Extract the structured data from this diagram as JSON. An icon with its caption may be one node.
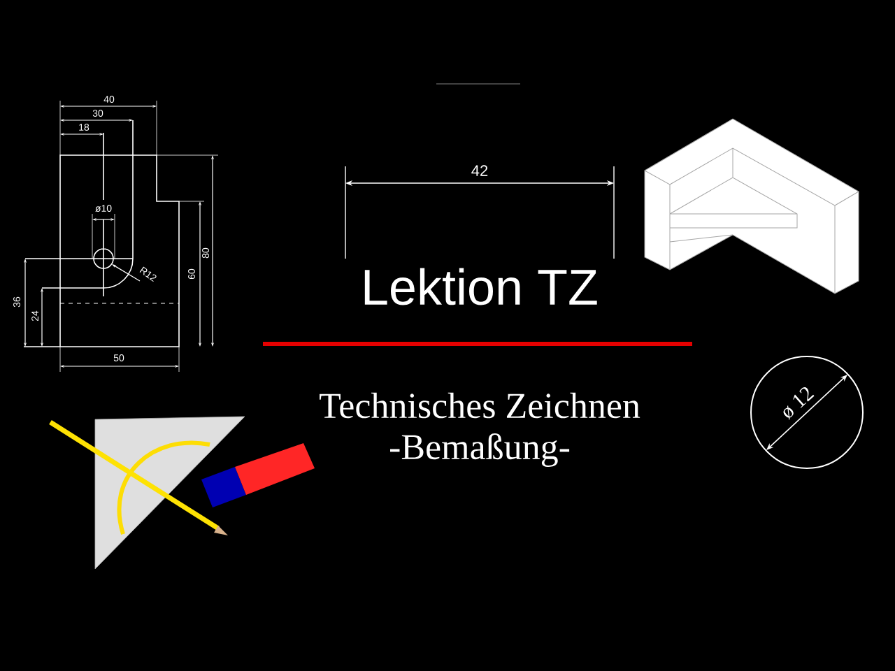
{
  "diagram": {
    "title": "Lektion TZ",
    "labels": [
      "40",
      "30",
      "18",
      "ø10",
      "R12",
      "36",
      "24",
      "60",
      "80",
      "50",
      "42",
      "Technisches Zeichnen",
      "-Bemaßung-",
      "ø 12"
    ]
  }
}
